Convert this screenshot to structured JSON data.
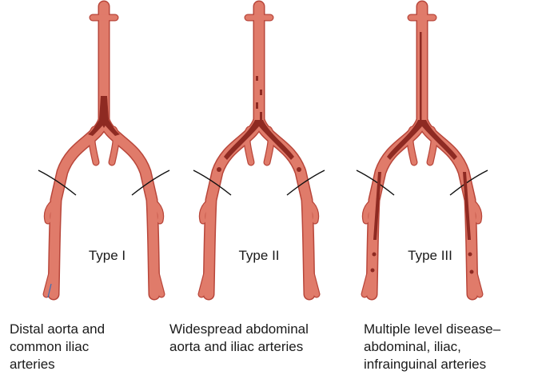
{
  "panels": [
    {
      "id": "type-1",
      "type_label": "Type I",
      "caption_lines": [
        "Distal aorta and",
        "common iliac",
        "arteries"
      ]
    },
    {
      "id": "type-2",
      "type_label": "Type II",
      "caption_lines": [
        "Widespread abdominal",
        "aorta and iliac arteries"
      ]
    },
    {
      "id": "type-3",
      "type_label": "Type III",
      "caption_lines": [
        "Multiple level disease–",
        "abdominal, iliac,",
        "infrainguinal arteries"
      ]
    }
  ],
  "colors": {
    "vessel": "#e07b6a",
    "vessel_edge": "#b8463a",
    "plaque": "#8e2a22",
    "text": "#1a1a1a"
  }
}
